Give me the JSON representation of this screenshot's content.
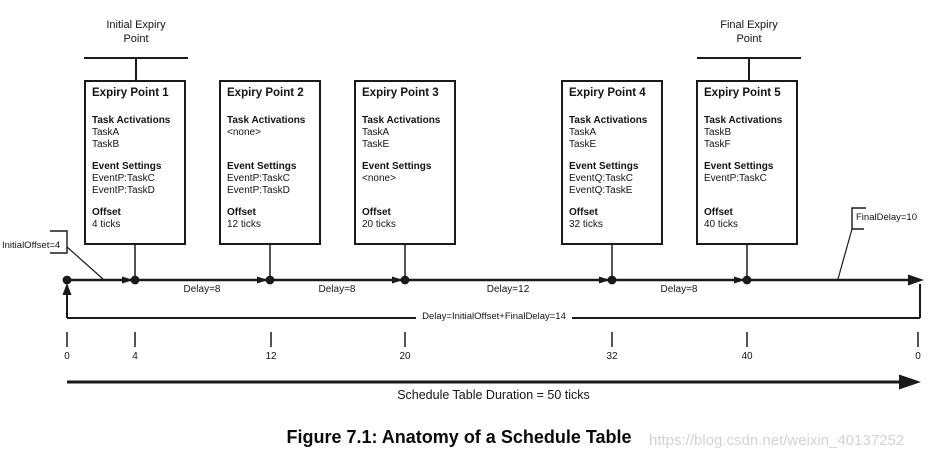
{
  "callouts": {
    "initial_expiry": [
      "Initial Expiry",
      "Point"
    ],
    "final_expiry": [
      "Final Expiry",
      "Point"
    ],
    "initial_offset": "InitialOffset=4",
    "final_delay": "FinalDelay=10"
  },
  "box_labels": {
    "tasks": "Task Activations",
    "events": "Event Settings",
    "offset": "Offset"
  },
  "boxes": [
    {
      "title": "Expiry Point 1",
      "tasks": [
        "TaskA",
        "TaskB"
      ],
      "events": [
        "EventP:TaskC",
        "EventP:TaskD"
      ],
      "offset": "4 ticks"
    },
    {
      "title": "Expiry Point 2",
      "tasks": [
        "<none>",
        ""
      ],
      "events": [
        "EventP:TaskC",
        "EventP:TaskD"
      ],
      "offset": "12 ticks"
    },
    {
      "title": "Expiry Point 3",
      "tasks": [
        "TaskA",
        "TaskE"
      ],
      "events": [
        "<none>",
        ""
      ],
      "offset": "20 ticks"
    },
    {
      "title": "Expiry Point 4",
      "tasks": [
        "TaskA",
        "TaskE"
      ],
      "events": [
        "EventQ:TaskC",
        "EventQ:TaskE"
      ],
      "offset": "32 ticks"
    },
    {
      "title": "Expiry Point 5",
      "tasks": [
        "TaskB",
        "TaskF"
      ],
      "events": [
        "EventP:TaskC",
        ""
      ],
      "offset": "40 ticks"
    }
  ],
  "timeline": {
    "delays": [
      "Delay=8",
      "Delay=8",
      "Delay=12",
      "Delay=8"
    ],
    "wrap_delay": "Delay=InitialOffset+FinalDelay=14",
    "ticks": [
      "0",
      "4",
      "12",
      "20",
      "32",
      "40",
      "0"
    ],
    "duration": "Schedule Table Duration = 50 ticks"
  },
  "caption": "Figure 7.1: Anatomy of a Schedule Table",
  "watermark": "https://blog.csdn.net/weixin_40137252",
  "colors": {
    "line": "#1a1a1a",
    "watermark": "#d3d3d3",
    "background": "#ffffff"
  }
}
